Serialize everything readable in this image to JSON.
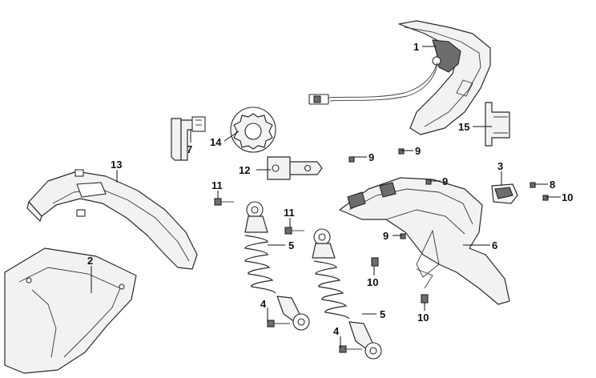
{
  "diagram": {
    "callouts": [
      {
        "id": "c1",
        "label": "1"
      },
      {
        "id": "c2",
        "label": "2"
      },
      {
        "id": "c3",
        "label": "3"
      },
      {
        "id": "c4a",
        "label": "4"
      },
      {
        "id": "c4b",
        "label": "4"
      },
      {
        "id": "c5a",
        "label": "5"
      },
      {
        "id": "c5b",
        "label": "5"
      },
      {
        "id": "c6",
        "label": "6"
      },
      {
        "id": "c7",
        "label": "7"
      },
      {
        "id": "c8",
        "label": "8"
      },
      {
        "id": "c9a",
        "label": "9"
      },
      {
        "id": "c9b",
        "label": "9"
      },
      {
        "id": "c9c",
        "label": "9"
      },
      {
        "id": "c9d",
        "label": "9"
      },
      {
        "id": "c10a",
        "label": "10"
      },
      {
        "id": "c10b",
        "label": "10"
      },
      {
        "id": "c10c",
        "label": "10"
      },
      {
        "id": "c11a",
        "label": "11"
      },
      {
        "id": "c11b",
        "label": "11"
      },
      {
        "id": "c12",
        "label": "12"
      },
      {
        "id": "c13",
        "label": "13"
      },
      {
        "id": "c14",
        "label": "14"
      },
      {
        "id": "c15",
        "label": "15"
      }
    ]
  }
}
